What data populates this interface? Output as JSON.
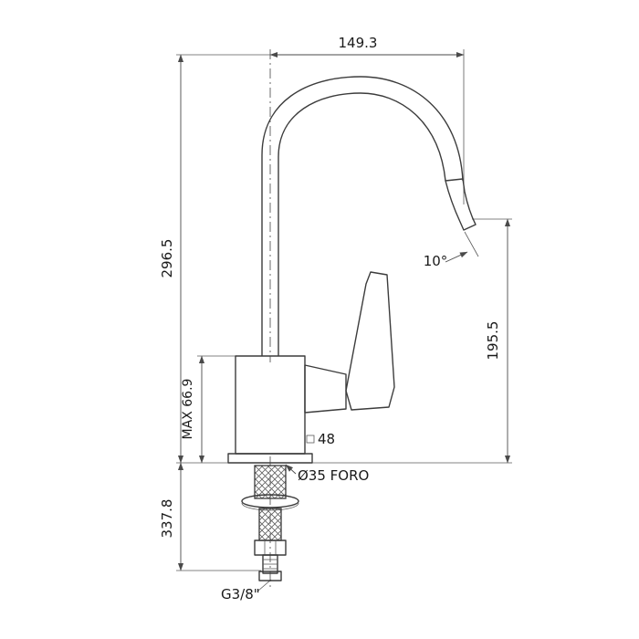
{
  "drawing": {
    "colors": {
      "background": "#ffffff",
      "lines": "#3c3c3c",
      "text": "#1a1a1a"
    },
    "labels": {
      "spout_reach": "149.3",
      "overall_height": "296.5",
      "spout_outlet_height": "195.5",
      "max_deck_range": "MAX 66.9",
      "under_counter_length": "337.8",
      "spout_angle": "10°",
      "body_square_size": "48",
      "mounting_hole": "Ø35 FORO",
      "thread_connection": "G3/8\""
    }
  }
}
